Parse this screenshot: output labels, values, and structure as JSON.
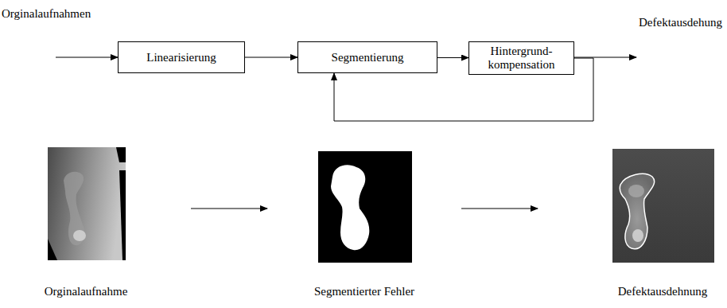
{
  "diagram": {
    "nodes": [
      {
        "text": [
          "Linearisierung"
        ]
      },
      {
        "text": [
          "Segmentierung"
        ]
      },
      {
        "text": [
          "Hintergrund- kompensation"
        ]
      }
    ],
    "edges": [
      {
        "from": 0,
        "to": 1,
        "arrow": "to"
      },
      {
        "from": 1,
        "to": 2,
        "arrow": "to"
      },
      {
        "from": 2,
        "to": 1,
        "arrow": "to"
      }
    ],
    "labels": [
      "Orginalaufnahmen",
      "Defektausdehung",
      "Orginalaufnahme",
      "Segmentierter Fehler",
      "Defektausdehnung"
    ]
  }
}
